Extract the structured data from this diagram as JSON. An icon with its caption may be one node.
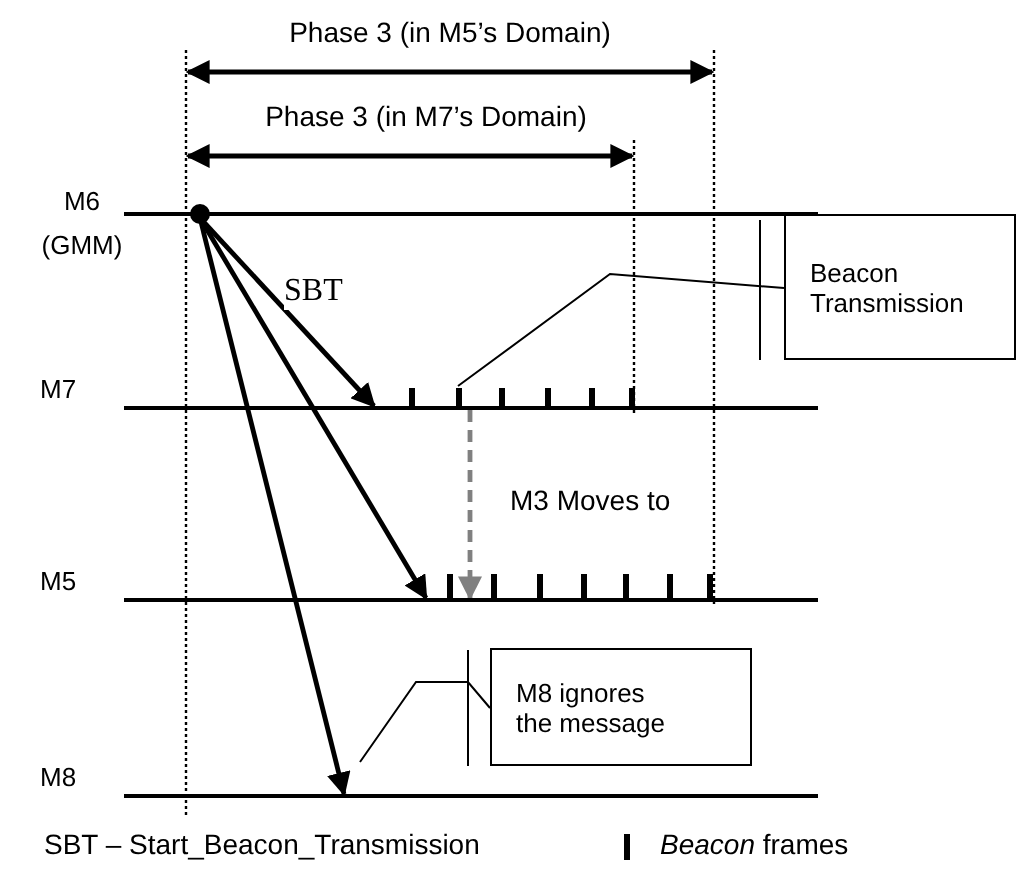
{
  "diagram": {
    "nodes": [
      {
        "text": [
          "M6 (GMM)"
        ]
      },
      {
        "text": [
          "M7"
        ]
      },
      {
        "text": [
          "M5"
        ]
      },
      {
        "text": [
          "M8"
        ]
      },
      {
        "text": [
          "Beacon Transmission"
        ]
      },
      {
        "text": [
          "M8 ignores the message"
        ]
      },
      {
        "text": [],
        "shape": "bar"
      }
    ],
    "edges": [
      {
        "from": 0,
        "to": 1,
        "arrow": "to",
        "label": "SBT"
      },
      {
        "from": 0,
        "to": 2,
        "arrow": "to"
      },
      {
        "from": 0,
        "to": 3,
        "arrow": "to"
      },
      {
        "from": 1,
        "to": 2,
        "arrow": "to",
        "label": "M3 Moves to",
        "style": "dashed",
        "color": "#808080"
      },
      {
        "from": 4,
        "to": 6,
        "arrow": "none"
      },
      {
        "from": 5,
        "to": 3,
        "arrow": "none"
      }
    ],
    "labels": [
      "Phase 3 (in M5’s Domain)",
      "Phase 3 (in M7’s Domain)",
      "SBT – Start_Beacon_Transmission"
    ],
    "legend": [
      {
        "text": "*Beacon* frames"
      }
    ]
  }
}
